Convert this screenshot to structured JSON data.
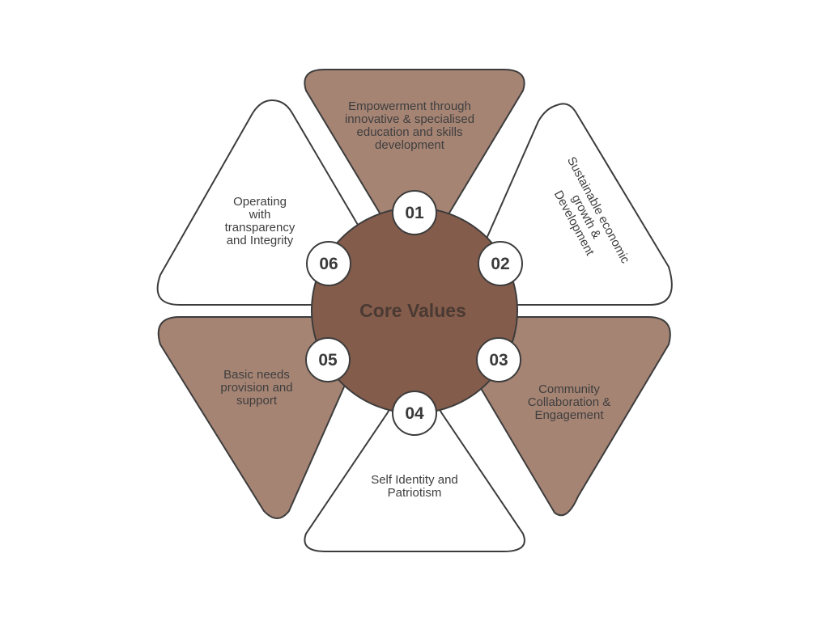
{
  "diagram": {
    "center": {
      "label": "Core Values"
    },
    "values": [
      {
        "number": "01",
        "lines": [
          "Empowerment through",
          "innovative & specialised",
          "education and  skills",
          "development"
        ],
        "filled": true
      },
      {
        "number": "02",
        "lines": [
          "Sustainable economic",
          "growth &",
          "Development"
        ],
        "filled": false
      },
      {
        "number": "03",
        "lines": [
          "Community",
          "Collaboration &",
          "Engagement"
        ],
        "filled": true
      },
      {
        "number": "04",
        "lines": [
          "Self Identity and",
          "Patriotism"
        ],
        "filled": false
      },
      {
        "number": "05",
        "lines": [
          "Basic needs",
          "provision and",
          "support"
        ],
        "filled": true
      },
      {
        "number": "06",
        "lines": [
          "Operating",
          "with",
          "transparency",
          "and Integrity"
        ],
        "filled": false
      }
    ]
  },
  "colors": {
    "center_fill": "#845c4b",
    "petal_fill": "#a68474",
    "petal_outline": "#3c3c3c",
    "badge_fill": "#ffffff",
    "text": "#3e3e3e"
  }
}
